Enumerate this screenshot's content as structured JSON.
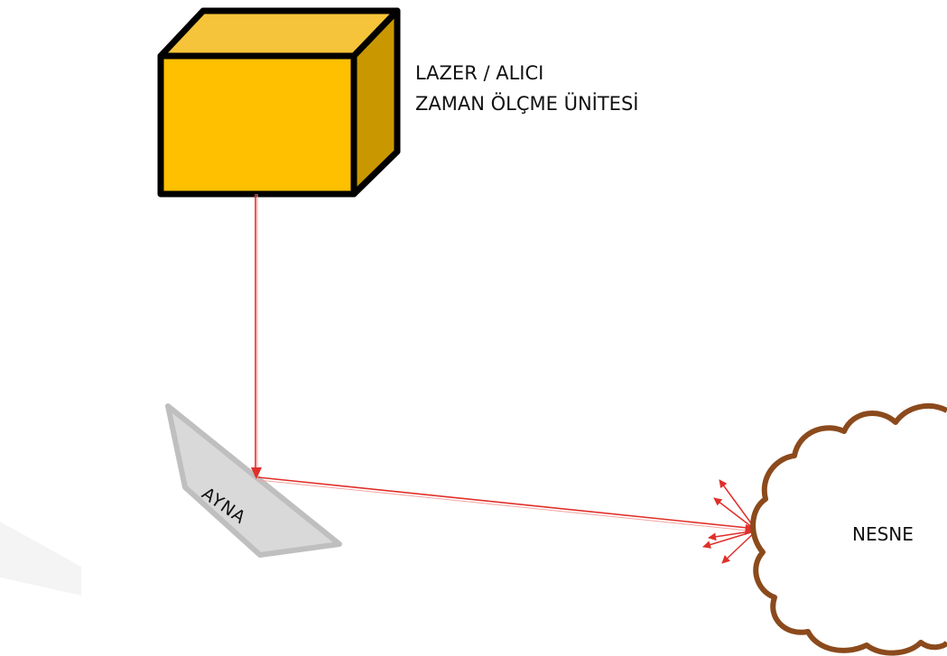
{
  "device": {
    "line1": "LAZER / ALICI",
    "line2": "ZAMAN ÖLÇME ÜNİTESİ",
    "front_color": "#ffc000",
    "top_color": "#f5c43a",
    "side_color": "#c99800"
  },
  "mirror": {
    "label": "AYNA",
    "fill_color": "#d9d9d9",
    "edge_color": "#bfbfbf"
  },
  "object": {
    "label": "NESNE",
    "outline_color": "#8b4a1c"
  },
  "beam": {
    "color": "#e0302a"
  }
}
